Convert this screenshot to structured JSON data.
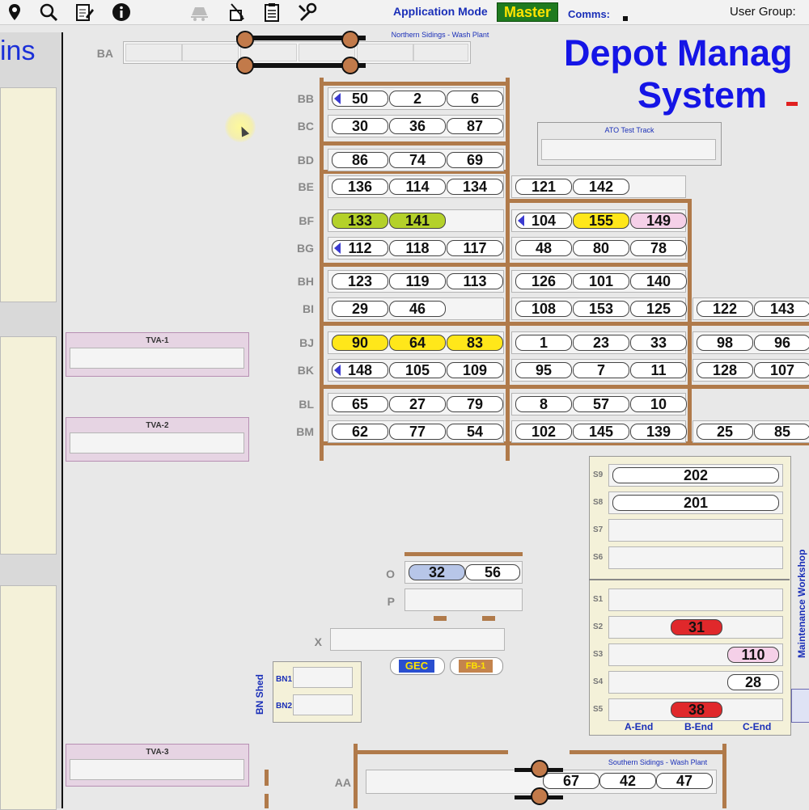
{
  "toolbar": {
    "icons": [
      "location-pin-icon",
      "magnifier-icon",
      "edit-notes-icon",
      "info-icon",
      "train-icon",
      "cleaning-icon",
      "clipboard-icon",
      "tools-icon"
    ],
    "app_mode_label": "Application Mode",
    "app_mode_value": "Master",
    "comms_label": "Comms:",
    "user_group_label": "User Group:"
  },
  "left_panel": {
    "title_fragment": "ins"
  },
  "app_title": {
    "line1": "Depot Manag",
    "line2": "System",
    "dash": "-"
  },
  "sidings": {
    "BA": {
      "label": "BA",
      "caption": "Northern Sidings - Wash Plant"
    },
    "ato": {
      "caption": "ATO Test Track"
    }
  },
  "rows": [
    {
      "label": "BB",
      "cars": [
        "50",
        "2",
        "6"
      ]
    },
    {
      "label": "BC",
      "cars": [
        "30",
        "36",
        "87"
      ]
    },
    {
      "label": "BD",
      "cars": [
        "86",
        "74",
        "69"
      ]
    },
    {
      "label": "BE",
      "cars": [
        "136",
        "114",
        "134"
      ],
      "right": [
        "121",
        "142"
      ]
    },
    {
      "label": "BF",
      "cars": [
        "133",
        "141"
      ],
      "right": [
        "104",
        "155",
        "149"
      ]
    },
    {
      "label": "BG",
      "cars": [
        "112",
        "118",
        "117"
      ],
      "right": [
        "48",
        "80",
        "78"
      ]
    },
    {
      "label": "BH",
      "cars": [
        "123",
        "119",
        "113"
      ],
      "right": [
        "126",
        "101",
        "140"
      ]
    },
    {
      "label": "BI",
      "cars": [
        "29",
        "46"
      ],
      "right": [
        "108",
        "153",
        "125"
      ],
      "far": [
        "122",
        "143"
      ]
    },
    {
      "label": "BJ",
      "cars": [
        "90",
        "64",
        "83"
      ],
      "right": [
        "1",
        "23",
        "33"
      ],
      "far": [
        "98",
        "96"
      ]
    },
    {
      "label": "BK",
      "cars": [
        "148",
        "105",
        "109"
      ],
      "right": [
        "95",
        "7",
        "11"
      ],
      "far": [
        "128",
        "107"
      ]
    },
    {
      "label": "BL",
      "cars": [
        "65",
        "27",
        "79"
      ],
      "right": [
        "8",
        "57",
        "10"
      ]
    },
    {
      "label": "BM",
      "cars": [
        "62",
        "77",
        "54"
      ],
      "right": [
        "102",
        "145",
        "139"
      ],
      "far": [
        "25",
        "85"
      ]
    }
  ],
  "tva": [
    "TVA-1",
    "TVA-2",
    "TVA-3"
  ],
  "middle": {
    "O": {
      "label": "O",
      "cars": [
        "32",
        "56"
      ]
    },
    "P": {
      "label": "P"
    },
    "X": {
      "label": "X"
    },
    "tags": [
      "GEC",
      "FB-1"
    ]
  },
  "bn_shed": {
    "title": "BN Shed",
    "rows": [
      "BN1",
      "BN2"
    ]
  },
  "workshop": {
    "title": "Maintenance Workshop",
    "S9": {
      "label": "S9",
      "car": "202"
    },
    "S8": {
      "label": "S8",
      "car": "201"
    },
    "S7": {
      "label": "S7"
    },
    "S6": {
      "label": "S6"
    },
    "S1": {
      "label": "S1"
    },
    "S2": {
      "label": "S2",
      "car": "31"
    },
    "S3": {
      "label": "S3",
      "car": "110"
    },
    "S4": {
      "label": "S4",
      "car": "28"
    },
    "S5": {
      "label": "S5",
      "car": "38"
    },
    "ends": [
      "A-End",
      "B-End",
      "C-End"
    ]
  },
  "southern": {
    "label": "AA",
    "caption": "Southern Sidings - Wash Plant",
    "cars": [
      "67",
      "42",
      "47"
    ]
  },
  "colors": {
    "title_blue": "#1515e6",
    "mode_bg": "#1f7a1f",
    "mode_fg": "#ffe400",
    "rail": "#b07a4a"
  }
}
